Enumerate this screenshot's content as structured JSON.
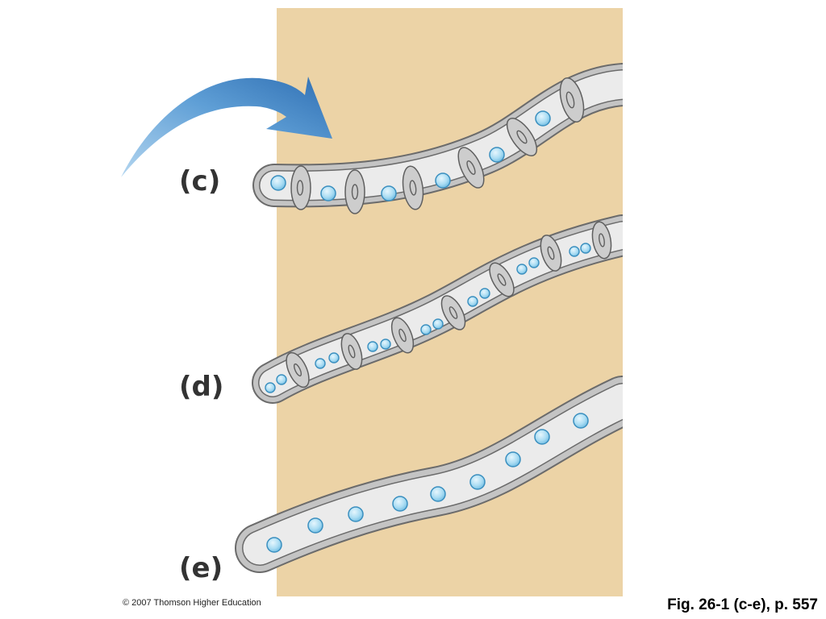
{
  "figure": {
    "labels": {
      "c": "(c)",
      "d": "(d)",
      "e": "(e)"
    },
    "copyright": "© 2007 Thomson Higher Education",
    "caption": "Fig. 26-1 (c-e), p. 557"
  },
  "colors": {
    "background": "#ecd3a6",
    "tube_wall": "#b9b9b9",
    "tube_wall_stroke": "#6b6b6b",
    "tube_lumen": "#e8e8e8",
    "septum": "#cdcdcd",
    "nucleus_fill": "#a9dcf3",
    "nucleus_stroke": "#3a8fbf",
    "arrow_light": "#b4d6f0",
    "arrow_dark": "#2f6fb3"
  }
}
